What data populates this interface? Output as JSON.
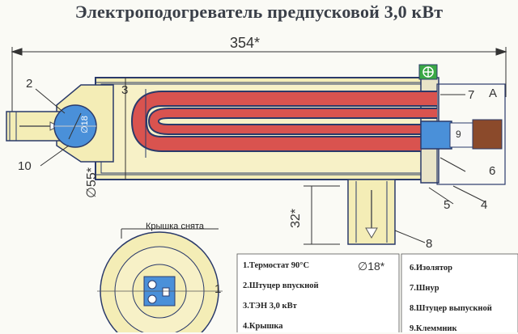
{
  "title": "Электроподогреватель предпусковой 3,0 кВт",
  "dimensions": {
    "overall_length": "354*",
    "diameter": "∅55*",
    "height": "32*",
    "outlet_diameter": "∅18*",
    "inlet_diameter": "∅18"
  },
  "callouts": [
    "2",
    "3",
    "7",
    "A",
    "9",
    "6",
    "5",
    "4",
    "8",
    "10",
    "1"
  ],
  "cover_caption": "Крышка снята",
  "legend": {
    "left": [
      "1.Термостат 90°С",
      "2.Штуцер впускной",
      "3.ТЭН 3,0 кВт",
      "4.Крышка"
    ],
    "right": [
      "6.Изолятор",
      "7.Шнур",
      "8.Штуцер выпускной",
      "9.Клеммник"
    ]
  },
  "colors": {
    "heater_element": "#d9534f",
    "valve_ball": "#4a90d9",
    "body_fill": "#f4edb6",
    "terminal_brown": "#8b4a2b",
    "ground_green": "#3aa845",
    "outline": "#2a3a6a"
  }
}
